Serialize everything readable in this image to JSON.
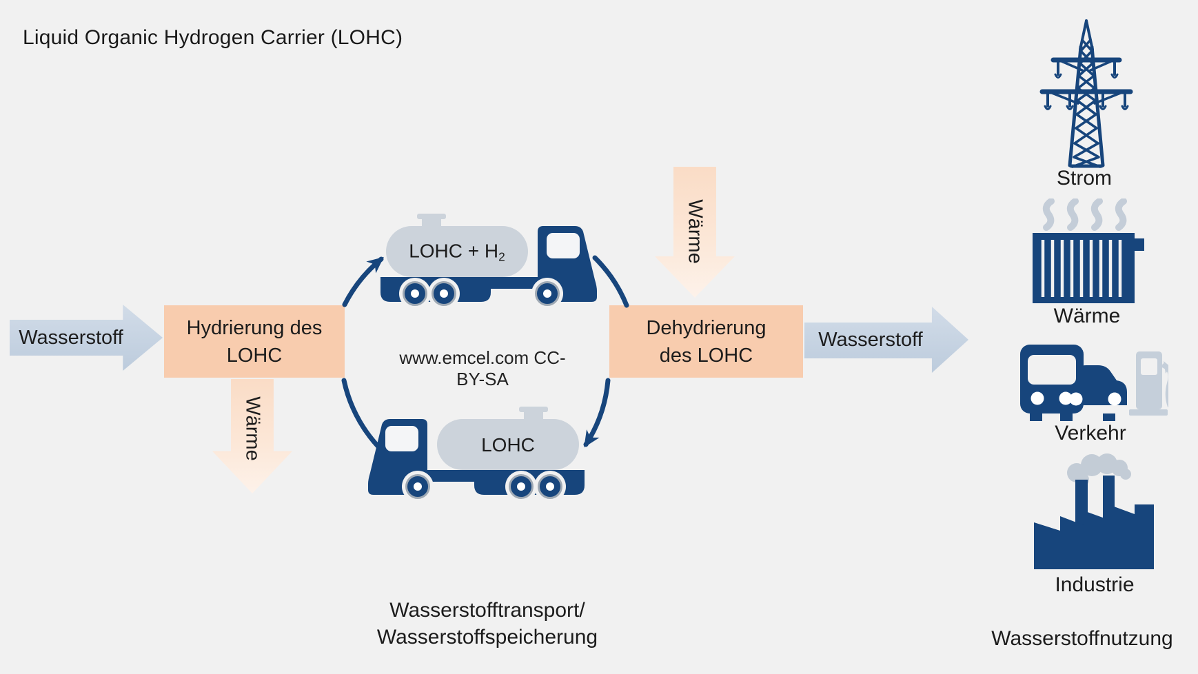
{
  "title": "Liquid Organic Hydrogen Carrier (LOHC)",
  "flow": {
    "input_label": "Wasserstoff",
    "hydrogenation": {
      "line1": "Hydrierung des",
      "line2": "LOHC"
    },
    "heat_release_label": "Wärme",
    "heat_supply_label": "Wärme",
    "dehydrogenation": {
      "line1": "Dehydrierung",
      "line2": "des LOHC"
    },
    "output_label": "Wasserstoff"
  },
  "cycle": {
    "loaded_tank": {
      "text": "LOHC + H",
      "sub": "2"
    },
    "empty_tank": {
      "text": "LOHC"
    },
    "credit": "www.emcel.com CC-BY-SA",
    "caption": {
      "line1": "Wasserstofftransport/",
      "line2": "Wasserstoffspeicherung"
    }
  },
  "usage": {
    "heading": "Wasserstoffnutzung",
    "items": [
      {
        "icon": "power-pylon-icon",
        "label": "Strom"
      },
      {
        "icon": "radiator-icon",
        "label": "Wärme"
      },
      {
        "icon": "vehicles-icon",
        "label": "Verkehr"
      },
      {
        "icon": "factory-icon",
        "label": "Industrie"
      }
    ]
  },
  "colors": {
    "background": "#f1f1f1",
    "navy": "#17457c",
    "process_box": "#f8ccae",
    "heat_arrow": "#fadcc6",
    "hydrogen_arrow": "#c6d3e2",
    "tank_gray": "#ccd3db",
    "light_icon_gray": "#c5cfda",
    "text": "#1c1c1c"
  }
}
